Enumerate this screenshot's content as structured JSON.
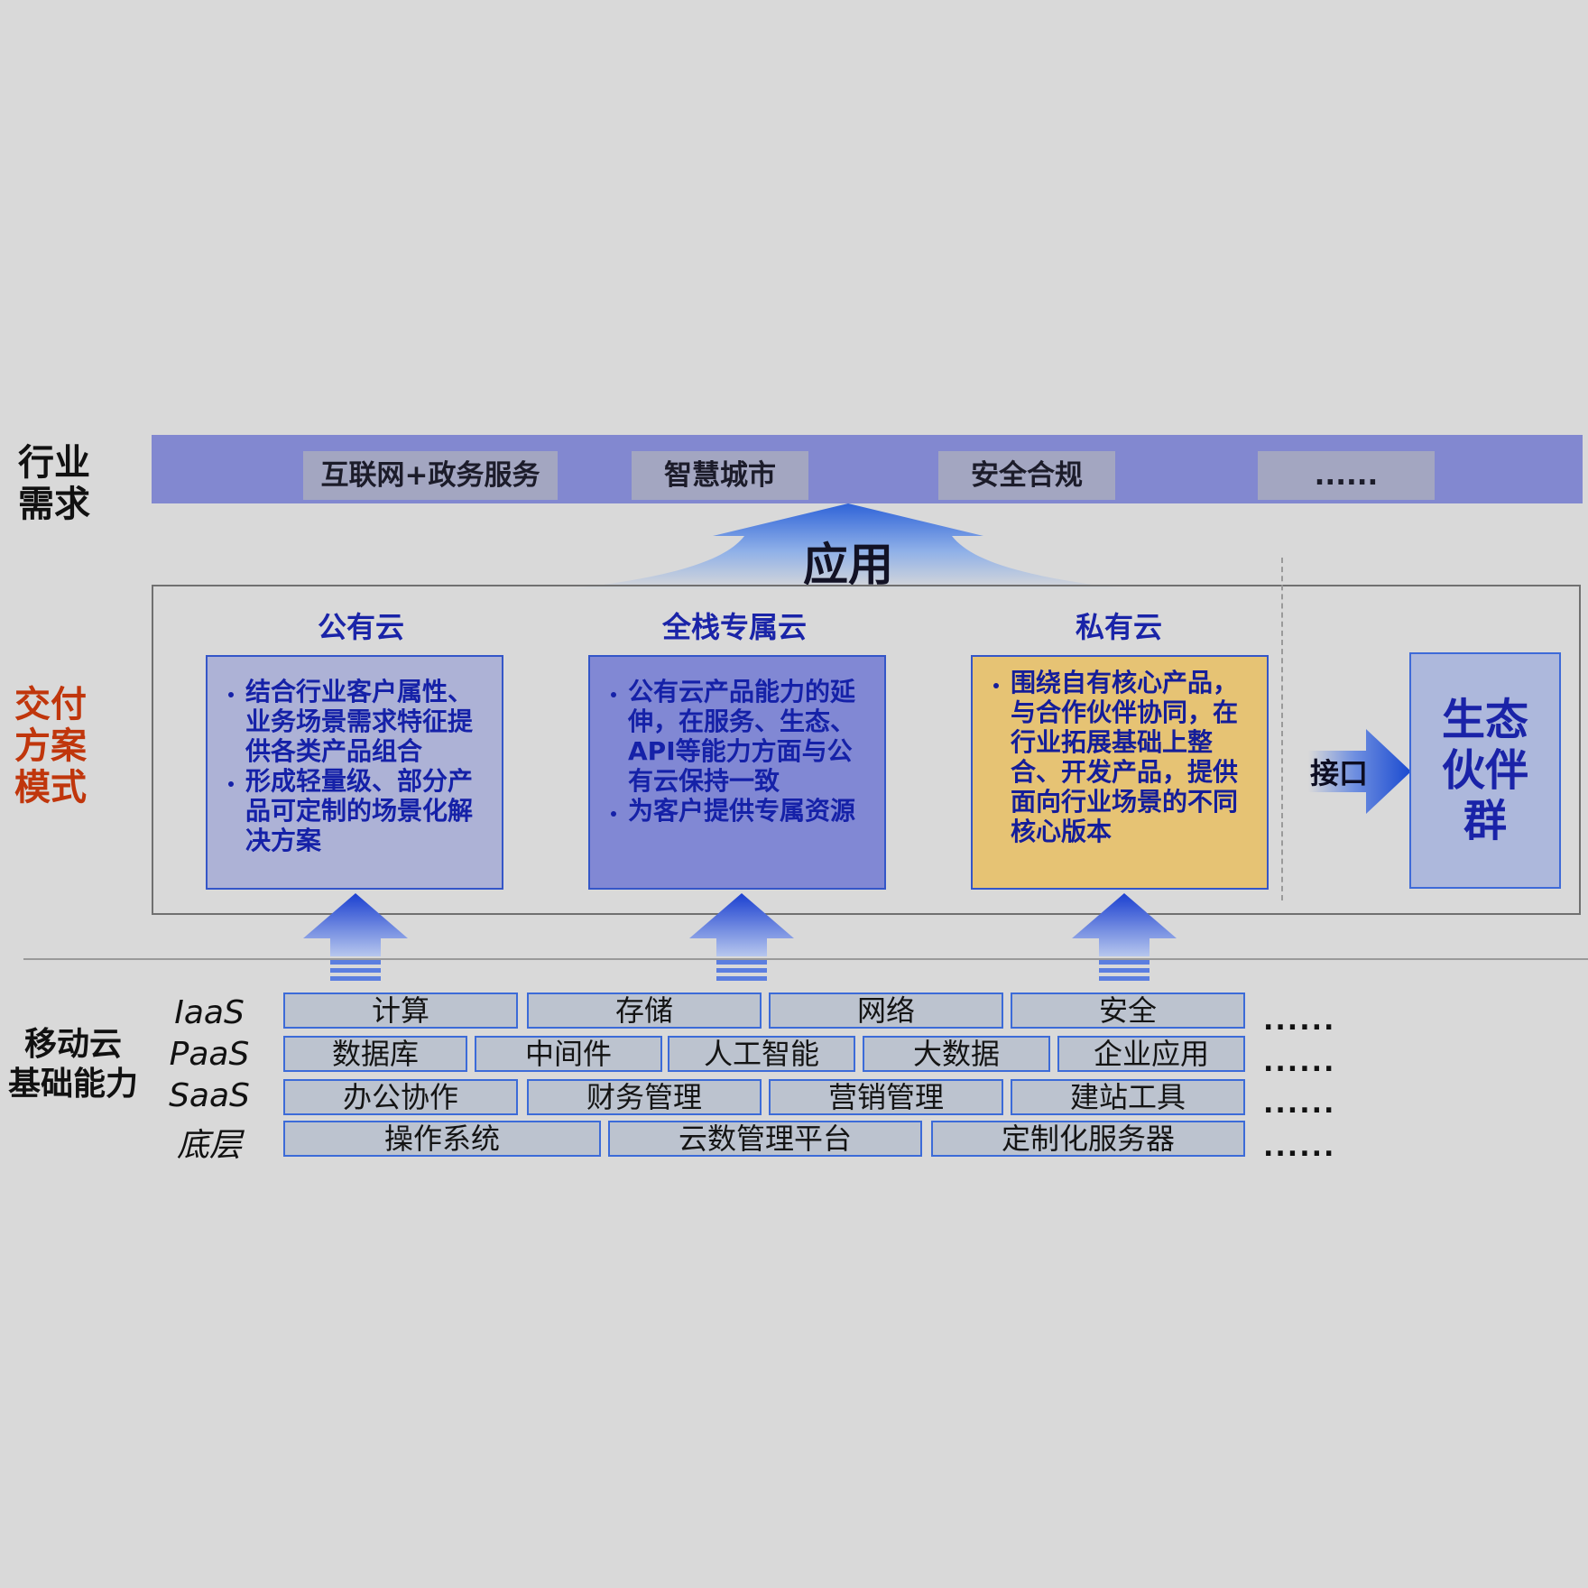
{
  "left_labels": {
    "industry": "行业\n需求",
    "delivery": "交付\n方案\n模式",
    "base": "移动云\n基础能力"
  },
  "industry_items": [
    "互联网+政务服务",
    "智慧城市",
    "安全合规",
    "......"
  ],
  "app_label": "应用",
  "columns": [
    {
      "title": "公有云",
      "bullets": [
        "结合行业客户属性、业务场景需求特征提供各类产品组合",
        "形成轻量级、部分产品可定制的场景化解决方案"
      ]
    },
    {
      "title": "全栈专属云",
      "bullets": [
        "公有云产品能力的延伸，在服务、生态、API等能力方面与公有云保持一致",
        "为客户提供专属资源"
      ]
    },
    {
      "title": "私有云",
      "bullets": [
        "围绕自有核心产品，与合作伙伴协同，在行业拓展基础上整合、开发产品，提供面向行业场景的不同核心版本"
      ]
    }
  ],
  "interface_label": "接口",
  "ecosystem_label": "生态\n伙伴\n群",
  "layers": [
    {
      "name": "IaaS",
      "items": [
        "计算",
        "存储",
        "网络",
        "安全"
      ],
      "more": "......"
    },
    {
      "name": "PaaS",
      "items": [
        "数据库",
        "中间件",
        "人工智能",
        "大数据",
        "企业应用"
      ],
      "more": "......"
    },
    {
      "name": "SaaS",
      "items": [
        "办公协作",
        "财务管理",
        "营销管理",
        "建站工具"
      ],
      "more": "......"
    },
    {
      "name": "底层",
      "items": [
        "操作系统",
        "云数管理平台",
        "定制化服务器"
      ],
      "more": "......"
    }
  ],
  "colors": {
    "background": "#d9d9d9",
    "industry_band": "#8288d0",
    "public_card": "#adb2d6",
    "dedicated_card": "#8188d4",
    "private_card": "#e6c374",
    "blue_text": "#1a24a8",
    "red_text": "#c0360c",
    "cell_fill": "#bcc3cf"
  }
}
